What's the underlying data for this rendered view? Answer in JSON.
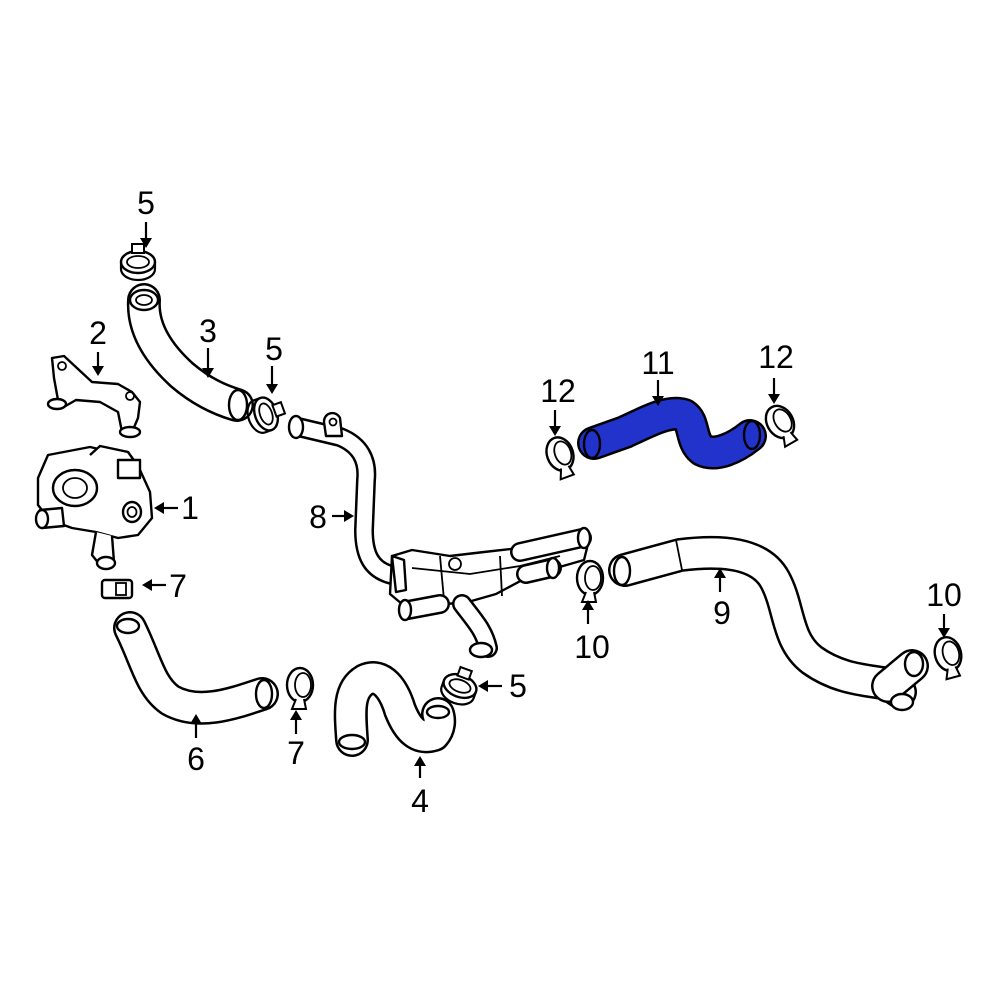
{
  "diagram": {
    "highlight_color": "#2233cc",
    "line_color": "#000000",
    "background": "#ffffff",
    "callouts": [
      {
        "id": "c1",
        "text": "1"
      },
      {
        "id": "c2",
        "text": "2"
      },
      {
        "id": "c3",
        "text": "3"
      },
      {
        "id": "c4",
        "text": "4"
      },
      {
        "id": "c5a",
        "text": "5"
      },
      {
        "id": "c5b",
        "text": "5"
      },
      {
        "id": "c5c",
        "text": "5"
      },
      {
        "id": "c6",
        "text": "6"
      },
      {
        "id": "c7a",
        "text": "7"
      },
      {
        "id": "c7b",
        "text": "7"
      },
      {
        "id": "c8",
        "text": "8"
      },
      {
        "id": "c9",
        "text": "9"
      },
      {
        "id": "c10a",
        "text": "10"
      },
      {
        "id": "c10b",
        "text": "10"
      },
      {
        "id": "c11",
        "text": "11"
      },
      {
        "id": "c12a",
        "text": "12"
      },
      {
        "id": "c12b",
        "text": "12"
      }
    ]
  }
}
